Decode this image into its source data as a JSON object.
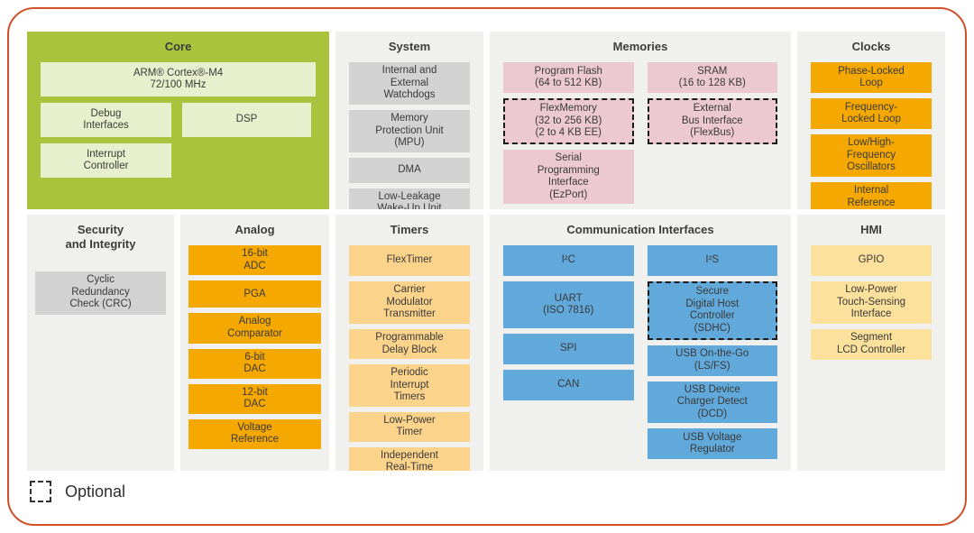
{
  "colors": {
    "frame": "#d0522b",
    "core_bg": "#a9c33d",
    "core_block": "#e8efcc",
    "section_bg": "#f0f0ef",
    "gray_block": "#d2d2d2",
    "memory_block": "#ecc9d2",
    "clock_block": "#f5a800",
    "timer_block": "#fcd38b",
    "comm_block": "#62a9db",
    "hmi_block": "#fce19c",
    "text": "#3a3a3a",
    "optional_border": "#1a1a1a"
  },
  "legend": {
    "label": "Optional"
  },
  "sections": {
    "core": {
      "title": "Core",
      "blocks": [
        {
          "label": "ARM® Cortex®-M4\n72/100 MHz"
        },
        {
          "label": "Debug\nInterfaces"
        },
        {
          "label": "DSP"
        },
        {
          "label": "Interrupt\nController"
        }
      ]
    },
    "system": {
      "title": "System",
      "blocks": [
        {
          "label": "Internal and\nExternal\nWatchdogs"
        },
        {
          "label": "Memory\nProtection Unit\n(MPU)"
        },
        {
          "label": "DMA"
        },
        {
          "label": "Low-Leakage\nWake-Up Unit"
        }
      ]
    },
    "memories": {
      "title": "Memories",
      "left": [
        {
          "label": "Program Flash\n(64 to 512 KB)",
          "optional": false
        },
        {
          "label": "FlexMemory\n(32 to 256 KB)\n(2 to 4 KB EE)",
          "optional": true
        },
        {
          "label": "Serial\nProgramming\nInterface\n(EzPort)",
          "optional": false
        }
      ],
      "right": [
        {
          "label": "SRAM\n(16 to 128 KB)",
          "optional": false
        },
        {
          "label": "External\nBus Interface\n(FlexBus)",
          "optional": true
        }
      ]
    },
    "clocks": {
      "title": "Clocks",
      "blocks": [
        {
          "label": "Phase-Locked\nLoop"
        },
        {
          "label": "Frequency-\nLocked Loop"
        },
        {
          "label": "Low/High-\nFrequency\nOscillators"
        },
        {
          "label": "Internal\nReference\nClocks"
        }
      ]
    },
    "security": {
      "title": "Security\nand Integrity",
      "blocks": [
        {
          "label": "Cyclic\nRedundancy\nCheck (CRC)"
        }
      ]
    },
    "analog": {
      "title": "Analog",
      "blocks": [
        {
          "label": "16-bit\nADC"
        },
        {
          "label": "PGA"
        },
        {
          "label": "Analog\nComparator"
        },
        {
          "label": "6-bit\nDAC"
        },
        {
          "label": "12-bit\nDAC"
        },
        {
          "label": "Voltage\nReference"
        }
      ]
    },
    "timers": {
      "title": "Timers",
      "blocks": [
        {
          "label": "FlexTimer"
        },
        {
          "label": "Carrier\nModulator\nTransmitter"
        },
        {
          "label": "Programmable\nDelay Block"
        },
        {
          "label": "Periodic\nInterrupt\nTimers"
        },
        {
          "label": "Low-Power\nTimer"
        },
        {
          "label": "Independent\nReal-Time\nClock (RTC)"
        }
      ]
    },
    "communication": {
      "title": "Communication Interfaces",
      "left": [
        {
          "label": "I²C",
          "optional": false
        },
        {
          "label": "UART\n(ISO 7816)",
          "optional": false
        },
        {
          "label": "SPI",
          "optional": false
        },
        {
          "label": "CAN",
          "optional": false
        }
      ],
      "right": [
        {
          "label": "I²S",
          "optional": false
        },
        {
          "label": "Secure\nDigital Host\nController\n(SDHC)",
          "optional": true
        },
        {
          "label": "USB On-the-Go\n(LS/FS)",
          "optional": false
        },
        {
          "label": "USB Device\nCharger Detect\n(DCD)",
          "optional": false
        },
        {
          "label": "USB Voltage\nRegulator",
          "optional": false
        }
      ]
    },
    "hmi": {
      "title": "HMI",
      "blocks": [
        {
          "label": "GPIO"
        },
        {
          "label": "Low-Power\nTouch-Sensing\nInterface"
        },
        {
          "label": "Segment\nLCD Controller"
        }
      ]
    }
  }
}
